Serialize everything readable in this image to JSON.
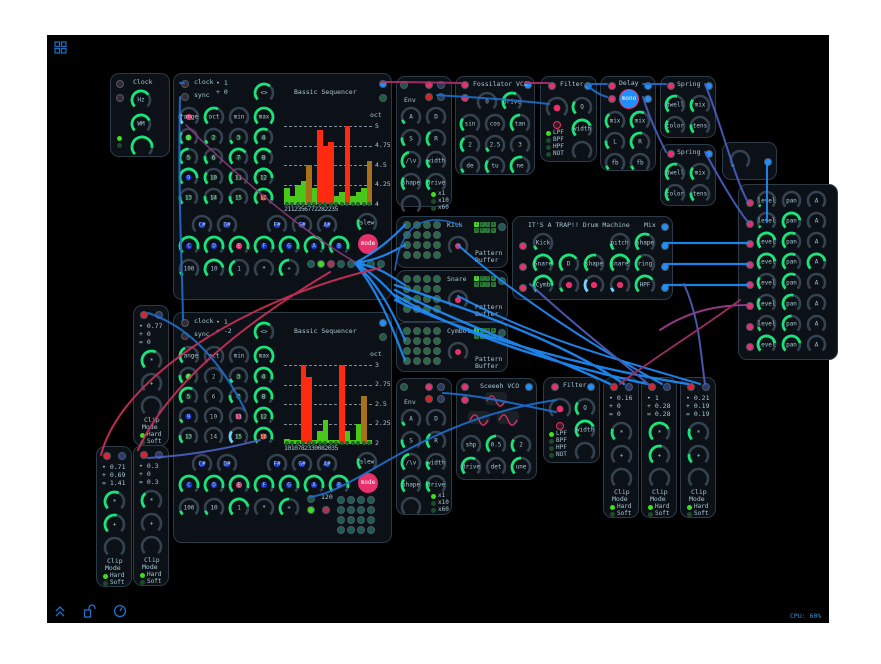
{
  "toolbar": {
    "cpu": "CPU: 60%"
  },
  "colors": {
    "green": "#19e37a",
    "pink": "#e8306a",
    "blue": "#1e8fff",
    "track": "#34434f",
    "bg": "#0b1116"
  },
  "clock": {
    "title": "Clock",
    "knobs": [
      {
        "l": "Hz",
        "v": 0.7
      },
      {
        "l": "WM",
        "v": 0.75
      },
      {
        "l": "",
        "v": 0.85
      }
    ]
  },
  "seq1": {
    "title": "Bassic Sequencer",
    "clock": "clock",
    "sync": "sync",
    "readout": [
      "• 1",
      "+ 0"
    ],
    "shift": {
      "l": "<>",
      "v": 0.65
    },
    "params": [
      {
        "l": "range",
        "v": 0.25,
        "d": "#e8306a",
        "hl": 1
      },
      {
        "l": "oct",
        "v": 0.6
      },
      {
        "l": "min",
        "v": 0
      },
      {
        "l": "max",
        "v": 1
      }
    ],
    "steps": [
      {
        "l": "1",
        "v": 0.3,
        "d": "#3de020"
      },
      {
        "l": "2",
        "v": 0.1,
        "d": "#1d4a2a"
      },
      {
        "l": "3",
        "v": 0.1,
        "d": "#1d4a2a"
      },
      {
        "l": "4",
        "v": 0.6,
        "d": "#1d4a2a"
      },
      {
        "l": "5",
        "v": 0.5,
        "d": "#1d4a2a"
      },
      {
        "l": "6",
        "v": 0.2,
        "d": "#1d4a2a"
      },
      {
        "l": "7",
        "v": 0.7,
        "d": "#1d4a2a"
      },
      {
        "l": "8",
        "v": 0.7,
        "d": "#1d4a2a"
      },
      {
        "l": "9",
        "v": 0.85,
        "d": "#1535d0"
      },
      {
        "l": "10",
        "v": 0.3,
        "d": "#1d4a2a"
      },
      {
        "l": "11",
        "v": 0.3,
        "d": "#1d4a2a"
      },
      {
        "l": "12",
        "v": 0.85,
        "d": "#1d4a2a"
      },
      {
        "l": "13",
        "v": 0.2,
        "d": "#1d4a2a"
      },
      {
        "l": "14",
        "v": 0.2,
        "d": "#1d4a2a"
      },
      {
        "l": "15",
        "v": 0.2,
        "d": "#1d4a2a"
      },
      {
        "l": "16",
        "v": 0.9,
        "d": "#f04010"
      }
    ],
    "sharps": [
      {
        "l": "C#",
        "v": 0,
        "d": "#1535d0"
      },
      {
        "l": "D#",
        "v": 0,
        "d": "#1535d0"
      },
      {
        "l": "F#",
        "v": 0,
        "d": "#1535d0"
      },
      {
        "l": "G#",
        "v": 0,
        "d": "#1535d0"
      },
      {
        "l": "A#",
        "v": 0,
        "d": "#1535d0"
      }
    ],
    "slew": {
      "l": "slew",
      "v": 0.25
    },
    "naturals": [
      {
        "l": "C",
        "v": 0.9,
        "d": "#1535d0"
      },
      {
        "l": "D",
        "v": 0.9,
        "d": "#1535d0"
      },
      {
        "l": "E",
        "v": 0.9,
        "d": "#e8306a"
      },
      {
        "l": "F",
        "v": 0.9,
        "d": "#1535d0"
      },
      {
        "l": "G",
        "v": 0.9,
        "d": "#1535d0"
      },
      {
        "l": "A",
        "v": 0.9,
        "d": "#1535d0"
      },
      {
        "l": "B",
        "v": 0.9,
        "d": "#1535d0"
      }
    ],
    "mode": "mode",
    "mult": [
      {
        "l": "100",
        "v": 0.1
      },
      {
        "l": "10",
        "v": 0.8
      },
      {
        "l": "1",
        "v": 0.4
      },
      {
        "l": "*",
        "v": 0
      },
      {
        "l": "+",
        "v": 0.5
      }
    ],
    "chart": {
      "ylabel": "oct",
      "ticks": [
        "5",
        "4.75",
        "4.5",
        "4.25",
        "4"
      ],
      "range": [
        4,
        5
      ],
      "values": [
        4.2,
        4.1,
        4.25,
        4.3,
        4.5,
        4.2,
        4.95,
        4.75,
        4.8,
        4.1,
        4.15,
        5.0,
        4.1,
        4.15,
        4.2,
        4.55
      ],
      "step_labels": "2112356772282235"
    }
  },
  "seq2": {
    "title": "Bassic Sequencer",
    "clock": "clock",
    "sync": "sync",
    "readout": [
      "• 1",
      "+ -2"
    ],
    "shift": {
      "l": "<>",
      "v": 0.65
    },
    "params": [
      {
        "l": "range",
        "v": 0.4
      },
      {
        "l": "oct",
        "v": 0
      },
      {
        "l": "min",
        "v": 0
      },
      {
        "l": "max",
        "v": 1
      }
    ],
    "steps": [
      {
        "l": "1",
        "v": 0.2,
        "d": "#3de020"
      },
      {
        "l": "2",
        "v": 0,
        "d": "#000"
      },
      {
        "l": "3",
        "v": 0.1,
        "d": "#1d4a2a"
      },
      {
        "l": "4",
        "v": 0.9,
        "d": "#1d4a2a"
      },
      {
        "l": "5",
        "v": 0.6,
        "d": "#1d4a2a"
      },
      {
        "l": "6",
        "v": 0,
        "d": "#000"
      },
      {
        "l": "7",
        "v": 0.2,
        "d": "#1d4a2a"
      },
      {
        "l": "8",
        "v": 0.9,
        "d": "#1d4a2a"
      },
      {
        "l": "9",
        "v": 0.1,
        "d": "#1535d0"
      },
      {
        "l": "10",
        "v": 0,
        "d": "#000"
      },
      {
        "l": "11",
        "v": 0,
        "d": "#e8306a"
      },
      {
        "l": "12",
        "v": 0.9,
        "d": "#1d4a2a"
      },
      {
        "l": "13",
        "v": 0.2,
        "d": "#1d4a2a"
      },
      {
        "l": "14",
        "v": 0,
        "d": "#000"
      },
      {
        "l": "15",
        "v": 0.3,
        "d": "#1d4a2a",
        "hl": 1
      },
      {
        "l": "16",
        "v": 0.9,
        "d": "#f04010"
      }
    ],
    "sharps": [
      {
        "l": "C#",
        "v": 0,
        "d": "#1535d0"
      },
      {
        "l": "D#",
        "v": 0,
        "d": "#1535d0"
      },
      {
        "l": "F#",
        "v": 0,
        "d": "#1535d0"
      },
      {
        "l": "G#",
        "v": 0,
        "d": "#1535d0"
      },
      {
        "l": "A#",
        "v": 0,
        "d": "#1535d0"
      }
    ],
    "slew": {
      "l": "slew",
      "v": 0.25
    },
    "naturals": [
      {
        "l": "C",
        "v": 0.9,
        "d": "#1535d0"
      },
      {
        "l": "D",
        "v": 0.9,
        "d": "#1535d0"
      },
      {
        "l": "E",
        "v": 0.9,
        "d": "#e8306a"
      },
      {
        "l": "F",
        "v": 0.9,
        "d": "#1535d0"
      },
      {
        "l": "G",
        "v": 0.9,
        "d": "#1535d0"
      },
      {
        "l": "A",
        "v": 0.9,
        "d": "#1535d0"
      },
      {
        "l": "B",
        "v": 0.9,
        "d": "#1535d0"
      }
    ],
    "mode": "mode",
    "mult": [
      {
        "l": "100",
        "v": 0.1
      },
      {
        "l": "10",
        "v": 0.1
      },
      {
        "l": "1",
        "v": 0.8
      },
      {
        "l": "*",
        "v": 0
      },
      {
        "l": "+",
        "v": 0.5
      }
    ],
    "bpm": "120",
    "chart": {
      "ylabel": "oct",
      "ticks": [
        "3",
        "2.75",
        "2.5",
        "2.25",
        "2"
      ],
      "range": [
        2,
        3
      ],
      "values": [
        2.05,
        2.0,
        2.0,
        3.0,
        2.85,
        2.0,
        2.15,
        2.3,
        2.0,
        2.0,
        3.0,
        2.15,
        2.0,
        2.25,
        2.6,
        2.0
      ],
      "step_labels": "1010782330082035"
    }
  },
  "env1": {
    "title": "Env",
    "knobs": [
      {
        "l": "A",
        "v": 0.1
      },
      {
        "l": "D",
        "v": 0
      },
      {
        "l": "S",
        "v": 0.2
      },
      {
        "l": "R",
        "v": 0.35
      },
      {
        "l": "/\\v",
        "v": 0.45
      },
      {
        "l": "width",
        "v": 0.2
      },
      {
        "l": "shape",
        "v": 0.3
      },
      {
        "l": "drive",
        "v": 0.25
      },
      {
        "l": "",
        "v": 0
      }
    ],
    "ranges": [
      "x1",
      "x10",
      "x60"
    ]
  },
  "env2": {
    "title": "Env",
    "knobs": [
      {
        "l": "A",
        "v": 0.1
      },
      {
        "l": "D",
        "v": 0
      },
      {
        "l": "S",
        "v": 0.2
      },
      {
        "l": "R",
        "v": 0.35
      },
      {
        "l": "/\\v",
        "v": 0.45
      },
      {
        "l": "width",
        "v": 0.2
      },
      {
        "l": "shape",
        "v": 0.3
      },
      {
        "l": "drive",
        "v": 0.25
      },
      {
        "l": "",
        "v": 0
      }
    ],
    "ranges": [
      "x1",
      "x10",
      "x60"
    ]
  },
  "vco1": {
    "title": "Fossilator VCO",
    "knobs": [
      {
        "l": "0",
        "v": 0
      },
      {
        "l": "drive",
        "v": 0.6
      },
      {
        "l": "sin",
        "v": 0.3
      },
      {
        "l": "cos",
        "v": 0
      },
      {
        "l": "tan",
        "v": 0.5
      },
      {
        "l": "2",
        "v": 0.35
      },
      {
        "l": "2.5",
        "v": 0.1
      },
      {
        "l": "3",
        "v": 0
      },
      {
        "l": "de",
        "v": 0.1
      },
      {
        "l": "tu",
        "v": 0.3
      },
      {
        "l": "ne",
        "v": 0.55
      }
    ]
  },
  "vco2": {
    "title": "Sceeeh VCO",
    "knobs": [
      {
        "l": "shp",
        "v": 0
      },
      {
        "l": "0.5",
        "v": 0.5
      },
      {
        "l": "2",
        "v": 0.3
      },
      {
        "l": "drive",
        "v": 0.6
      },
      {
        "l": "det",
        "v": 0
      },
      {
        "l": "une",
        "v": 0.5
      }
    ]
  },
  "filter1": {
    "title": "Filter",
    "knobs": [
      {
        "l": "",
        "v": 0,
        "d": "#e8306a"
      },
      {
        "l": "Q",
        "v": 0.3
      },
      {
        "l": "width",
        "v": 0.75
      },
      {
        "l": "",
        "v": 0
      }
    ],
    "modes": [
      "LPF",
      "BPF",
      "HPF",
      "NOT"
    ]
  },
  "filter2": {
    "title": "Filter",
    "knobs": [
      {
        "l": "",
        "v": 0,
        "d": "#e8306a"
      },
      {
        "l": "Q",
        "v": 0.3
      },
      {
        "l": "width",
        "v": 0.75
      },
      {
        "l": "",
        "v": 0
      }
    ],
    "modes": [
      "LPF",
      "BPF",
      "HPF",
      "NOT"
    ]
  },
  "delay": {
    "title": "Delay",
    "mono": "mono",
    "knobs": [
      {
        "l": "mix",
        "v": 0.35
      },
      {
        "l": "mix",
        "v": 0.6
      },
      {
        "l": "L",
        "v": 0.2
      },
      {
        "l": "R",
        "v": 0.55
      },
      {
        "l": "fb",
        "v": 0.1
      },
      {
        "l": "fb",
        "v": 0.1
      }
    ]
  },
  "spring1": {
    "title": "Spring",
    "knobs": [
      {
        "l": "dwell",
        "v": 0.55
      },
      {
        "l": "mix",
        "v": 0.3
      },
      {
        "l": "color",
        "v": 0.3
      },
      {
        "l": "tens",
        "v": 0.2
      }
    ]
  },
  "spring2": {
    "title": "Spring",
    "knobs": [
      {
        "l": "dwell",
        "v": 0.55
      },
      {
        "l": "mix",
        "v": 0.3
      },
      {
        "l": "color",
        "v": 0.3
      },
      {
        "l": "tens",
        "v": 0.2
      }
    ]
  },
  "small": {
    "knobs": [
      {
        "l": "",
        "v": 0.05
      }
    ]
  },
  "mixer": {
    "rows": [
      [
        {
          "l": "level",
          "v": 0.05
        },
        {
          "l": "pan",
          "v": 0
        },
        {
          "l": "A",
          "v": 0
        }
      ],
      [
        {
          "l": "level",
          "v": 0.05
        },
        {
          "l": "pan",
          "v": 0.8
        },
        {
          "l": "A",
          "v": 0
        }
      ],
      [
        {
          "l": "level",
          "v": 0.8
        },
        {
          "l": "pan",
          "v": 0.6
        },
        {
          "l": "A",
          "v": 0
        }
      ],
      [
        {
          "l": "level",
          "v": 0.8
        },
        {
          "l": "pan",
          "v": 0.6
        },
        {
          "l": "A",
          "v": 0.8
        }
      ],
      [
        {
          "l": "level",
          "v": 0.3
        },
        {
          "l": "pan",
          "v": 0.6
        },
        {
          "l": "A",
          "v": 0
        }
      ],
      [
        {
          "l": "level",
          "v": 0.3
        },
        {
          "l": "pan",
          "v": 0.55
        },
        {
          "l": "A",
          "v": 0
        }
      ],
      [
        {
          "l": "level",
          "v": 0.1
        },
        {
          "l": "pan",
          "v": 0.5
        },
        {
          "l": "A",
          "v": 0
        }
      ],
      [
        {
          "l": "level",
          "v": 0.8
        },
        {
          "l": "pan",
          "v": 0.8
        },
        {
          "l": "A",
          "v": 0
        }
      ]
    ]
  },
  "patterns": [
    {
      "title": "Kick",
      "buffer": "Pattern Buffer",
      "cells": [
        "1",
        "2",
        "3",
        "4",
        "5",
        "6",
        "7",
        "8"
      ]
    },
    {
      "title": "Snare",
      "buffer": "Pattern Buffer",
      "cells": [
        "1",
        "2",
        "3",
        "4",
        "5",
        "6",
        "7",
        "8"
      ]
    },
    {
      "title": "Cymbol",
      "buffer": "Pattern Buffer",
      "cells": [
        "1",
        "2",
        "3",
        "4",
        "5",
        "6",
        "7",
        "8"
      ]
    }
  ],
  "drum": {
    "title": "IT'S A TRAP!! Drum Machine",
    "mix": "Mix",
    "rows": [
      [
        {
          "l": "Kick",
          "v": 0.1
        },
        null,
        null,
        {
          "l": "pitch",
          "v": 0.15
        },
        {
          "l": "shape",
          "v": 0.6
        }
      ],
      [
        {
          "l": "Snare",
          "v": 0.85
        },
        {
          "l": "D",
          "v": 0.7
        },
        {
          "l": "shape",
          "v": 0.55
        },
        {
          "l": "snare",
          "v": 0.8
        },
        {
          "l": "ring",
          "v": 0.4
        }
      ],
      [
        {
          "l": "Cymb",
          "v": 0.85
        },
        {
          "l": "",
          "v": 0.1,
          "d": "#e8306a"
        },
        {
          "l": "",
          "v": 0.3,
          "d": "#e8306a",
          "hl": 1
        },
        {
          "l": "",
          "v": 0.1,
          "d": "#e8306a",
          "hl": 1
        },
        {
          "l": "HPF",
          "v": 0.7
        }
      ]
    ]
  },
  "clips": [
    {
      "r": [
        "• 0.77",
        "+ 0",
        "= 0"
      ],
      "knobs": [
        {
          "l": "*",
          "v": 0.6
        },
        {
          "l": "+",
          "v": 0
        },
        {
          "l": "",
          "v": 0
        }
      ],
      "clip": "Clip",
      "mode": "Mode",
      "hard": "Hard",
      "soft": "Soft"
    },
    {
      "r": [
        "• 0.71",
        "+ 0.69",
        "= 1.41"
      ],
      "knobs": [
        {
          "l": "*",
          "v": 0.6
        },
        {
          "l": "+",
          "v": 0.55
        },
        {
          "l": "",
          "v": 0
        }
      ],
      "clip": "Clip",
      "mode": "Mode",
      "hard": "Hard",
      "soft": "Soft"
    },
    {
      "r": [
        "• 0.3",
        "+ 0",
        "= 0.3"
      ],
      "knobs": [
        {
          "l": "*",
          "v": 0.35
        },
        {
          "l": "+",
          "v": 0
        },
        {
          "l": "",
          "v": 0
        }
      ],
      "clip": "Clip",
      "mode": "Mode",
      "hard": "Hard",
      "soft": "Soft"
    },
    {
      "r": [
        "• 0.16",
        "+ 0",
        "= 0"
      ],
      "knobs": [
        {
          "l": "*",
          "v": 0.25
        },
        {
          "l": "+",
          "v": 0
        },
        {
          "l": "",
          "v": 0
        }
      ],
      "clip": "Clip",
      "mode": "Mode",
      "hard": "Hard",
      "soft": "Soft"
    },
    {
      "r": [
        "• 1",
        "+ 0.28",
        "= 0.28"
      ],
      "knobs": [
        {
          "l": "*",
          "v": 0.75
        },
        {
          "l": "+",
          "v": 0.55
        },
        {
          "l": "",
          "v": 0
        }
      ],
      "clip": "Clip",
      "mode": "Mode",
      "hard": "Hard",
      "soft": "Soft"
    },
    {
      "r": [
        "• 0.21",
        "+ 0.19",
        "= 0.19"
      ],
      "knobs": [
        {
          "l": "*",
          "v": 0.25
        },
        {
          "l": "+",
          "v": 0.2
        },
        {
          "l": "",
          "v": 0
        }
      ],
      "clip": "Clip",
      "mode": "Mode",
      "hard": "Hard",
      "soft": "Soft"
    }
  ]
}
